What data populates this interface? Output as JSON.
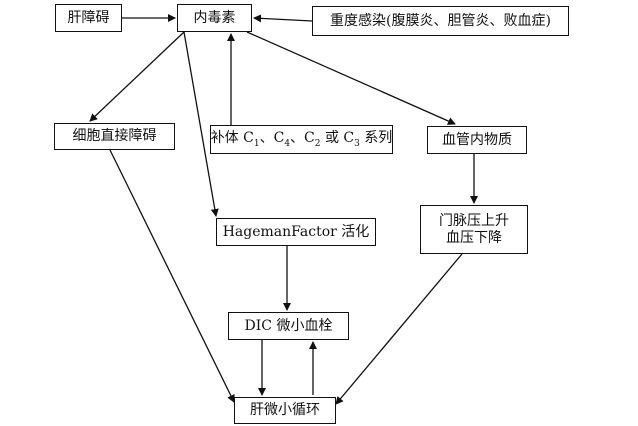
{
  "nodes": {
    "liver_disorder": "肝障碍",
    "endotoxin": "内毒素",
    "severe_infection": "重度感染(腹膜炎、胆管炎、败血症)",
    "cell_direct_damage": "细胞直接障碍",
    "complement": {
      "prefix": "补体 C",
      "s1": "1",
      "sep1": "、C",
      "s2": "4",
      "sep2": "、C",
      "s3": "2",
      "mid": " 或 C",
      "s4": "3",
      "suffix": " 系列"
    },
    "vascular_substance": "血管内物质",
    "hageman": "HagemanFactor 活化",
    "portal_line1": "门脉压上升",
    "portal_line2": "血压下降",
    "dic": "DIC 微小血栓",
    "liver_micro": "肝微小循环"
  }
}
